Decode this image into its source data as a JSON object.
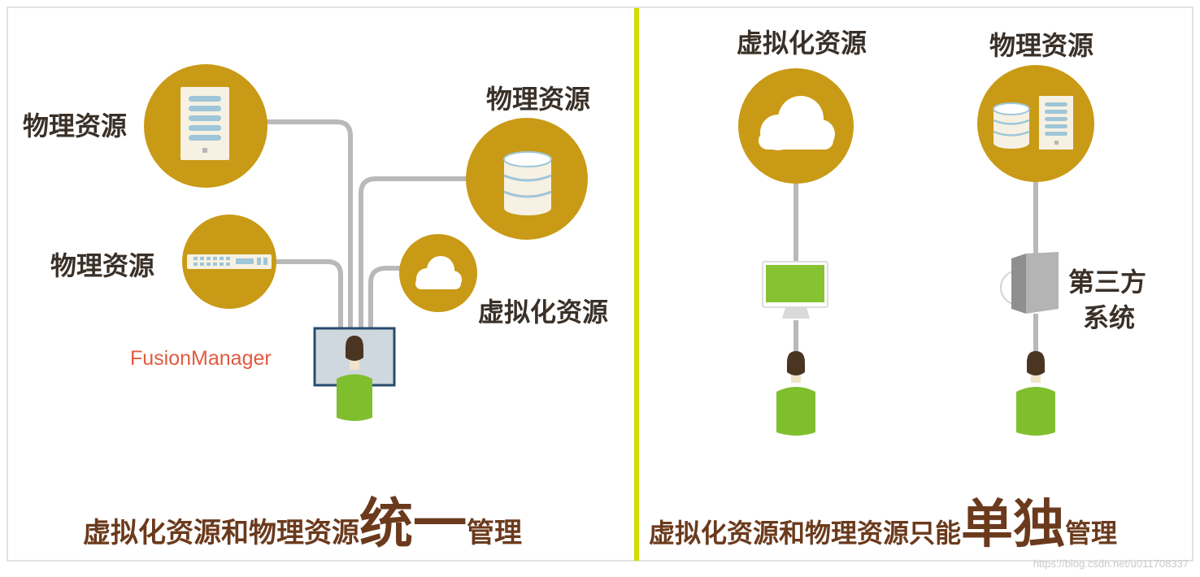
{
  "colors": {
    "circle": "#c99a16",
    "connector": "#b9b9b9",
    "divider": "#d4dc00",
    "caption": "#6b3a1c",
    "label": "#3a3028",
    "fusion_label": "#e05a3e",
    "person_body": "#7fbf2e",
    "monitor_screen": "#86c232"
  },
  "left_panel": {
    "labels": {
      "physical_server": "物理资源",
      "physical_switch": "物理资源",
      "physical_storage": "物理资源",
      "virtual_cloud": "虚拟化资源",
      "manager": "FusionManager"
    },
    "icons": {
      "server": "server-icon",
      "switch": "network-switch-icon",
      "storage": "database-icon",
      "cloud": "cloud-icon",
      "user": "user-at-monitor-icon"
    },
    "caption": {
      "prefix": "虚拟化资源和物理资源",
      "emphasis": "统一",
      "suffix": "管理"
    }
  },
  "right_panel": {
    "labels": {
      "virtual": "虚拟化资源",
      "physical": "物理资源",
      "third_party_line1": "第三方",
      "third_party_line2": "系统"
    },
    "icons": {
      "cloud": "cloud-icon",
      "physical": "database-server-icon",
      "monitor": "monitor-icon",
      "third_party": "cd-disc-box-icon",
      "user": "user-icon"
    },
    "caption": {
      "prefix": "虚拟化资源和物理资源只能",
      "emphasis": "单独",
      "suffix": "管理"
    }
  },
  "watermark": "https://blog.csdn.net/u011708337"
}
